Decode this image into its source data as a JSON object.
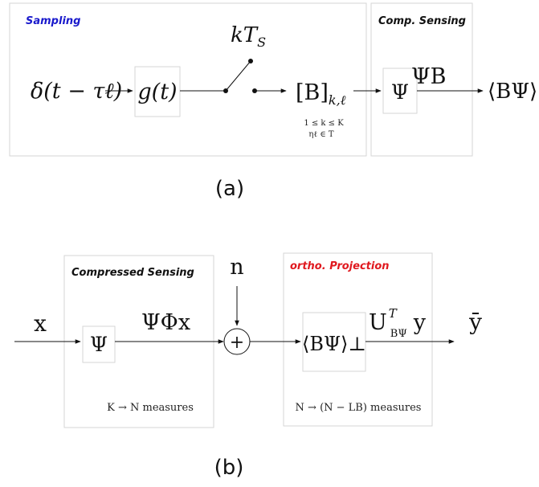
{
  "panel_a": {
    "sampling_label": "Sampling",
    "comp_sensing_label": "Comp. Sensing",
    "input_signal": "δ(t − τℓ)",
    "filter_block": "g(t)",
    "switch_label": "kTS",
    "switch_label_main": "kT",
    "switch_label_sub": "S",
    "matrix_main": "[B]",
    "matrix_sub": "k,ℓ",
    "range_k": "1 ≤ k ≤ K",
    "range_l": "ηℓ ∈ T",
    "psi_block": "Ψ",
    "psi_b_output": "ΨB",
    "output": "⟨BΨ⟩⊥",
    "caption": "(a)"
  },
  "panel_b": {
    "compressed_sensing_label": "Compressed Sensing",
    "ortho_projection_label": "ortho. Projection",
    "input": "x",
    "noise": "n",
    "psi_block": "Ψ",
    "psi_phi_x": "ΨΦx",
    "sum_symbol": "+",
    "projection_block": "⟨BΨ⟩⊥",
    "projected_signal": "UᵀBΨ y",
    "output": "ȳ",
    "measures_left": "K → N measures",
    "measures_right": "N → (N − LB) measures",
    "caption": "(b)"
  },
  "colors": {
    "sampling_label": "#1a1acc",
    "ortho_label": "#e0191f",
    "measures_right": "#e0191f",
    "box_border": "#d6d6d6",
    "line": "#111111"
  }
}
